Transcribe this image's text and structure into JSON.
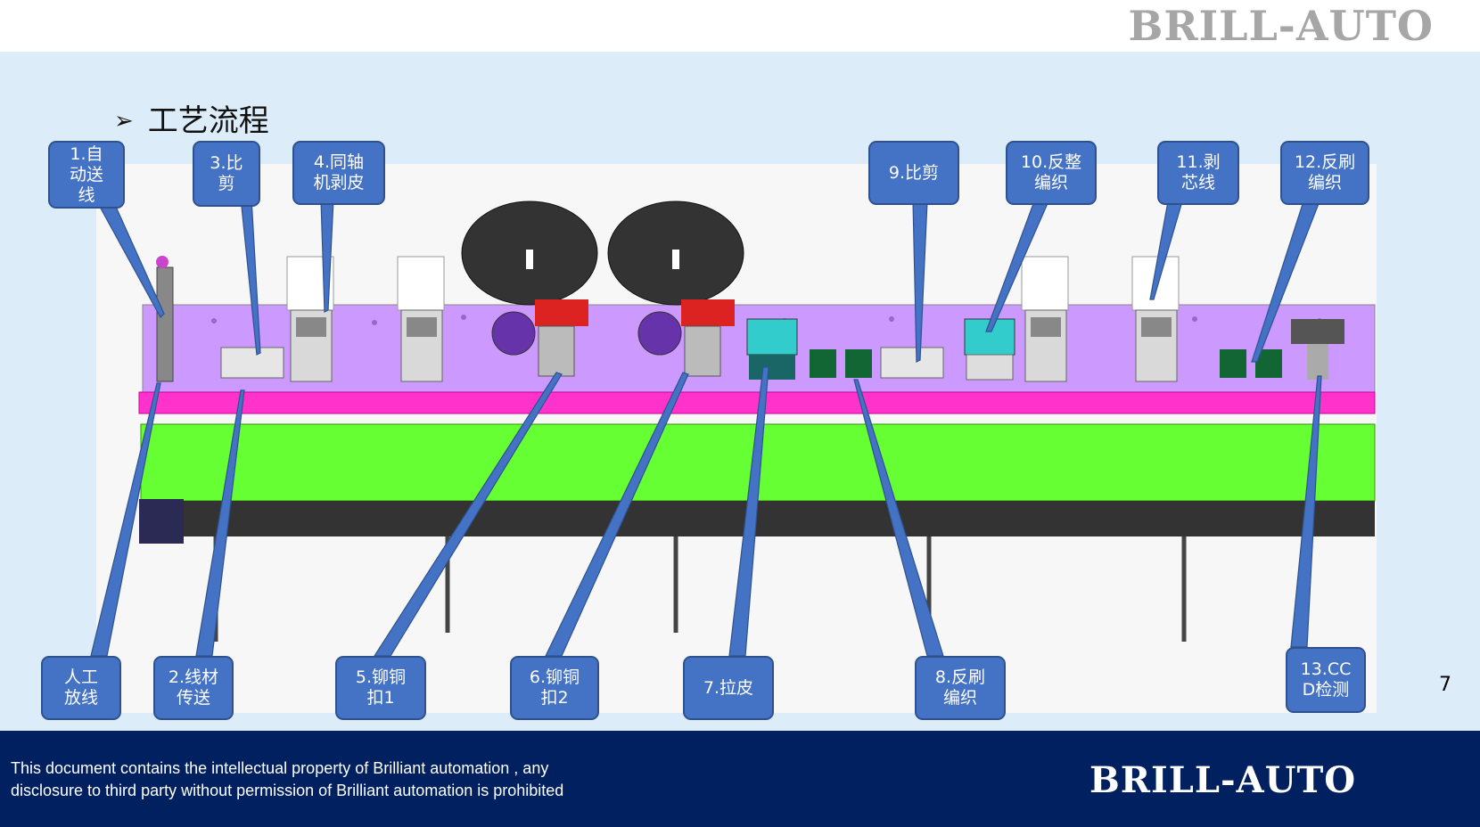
{
  "header": {
    "brand": "BRILL-AUTO"
  },
  "section_title": "工艺流程",
  "section_marker": "➢",
  "callouts": [
    {
      "id": "c1",
      "text": "1.自\n动送\n线"
    },
    {
      "id": "c3",
      "text": "3.比\n剪"
    },
    {
      "id": "c4",
      "text": "4.同轴\n机剥皮"
    },
    {
      "id": "c9",
      "text": "9.比剪"
    },
    {
      "id": "c10",
      "text": "10.反整\n编织"
    },
    {
      "id": "c11",
      "text": "11.剥\n芯线"
    },
    {
      "id": "c12",
      "text": "12.反刷\n编织"
    },
    {
      "id": "cm",
      "text": "人工\n放线"
    },
    {
      "id": "c2",
      "text": "2.线材\n传送"
    },
    {
      "id": "c5",
      "text": "5.铆铜\n扣1"
    },
    {
      "id": "c6",
      "text": "6.铆铜\n扣2"
    },
    {
      "id": "c7",
      "text": "7.拉皮"
    },
    {
      "id": "c8",
      "text": "8.反刷\n编织"
    },
    {
      "id": "c13",
      "text": "13.CC\nD检测"
    }
  ],
  "page_number": "7",
  "footer": {
    "notice_line1": "This document contains the intellectual property of Brilliant  automation , any",
    "notice_line2": "disclosure to third party without permission of  Brilliant automation is prohibited",
    "brand": "BRILL-AUTO"
  },
  "colors": {
    "callout_fill": "#4472c4",
    "footer_bg": "#002060",
    "machine_panel": "#cc99ff",
    "conveyor_rail": "#ff33cc",
    "bed": "#66ff33"
  }
}
